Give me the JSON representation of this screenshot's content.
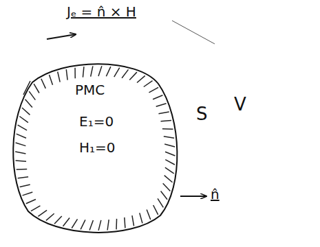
{
  "diagram": {
    "nodes": [
      {
        "text": [
          "PMC",
          "E₁=0",
          "H₁=0"
        ]
      }
    ],
    "labels": [
      "Jₑ = n̂ × H",
      "S",
      "V",
      "n̂"
    ]
  }
}
